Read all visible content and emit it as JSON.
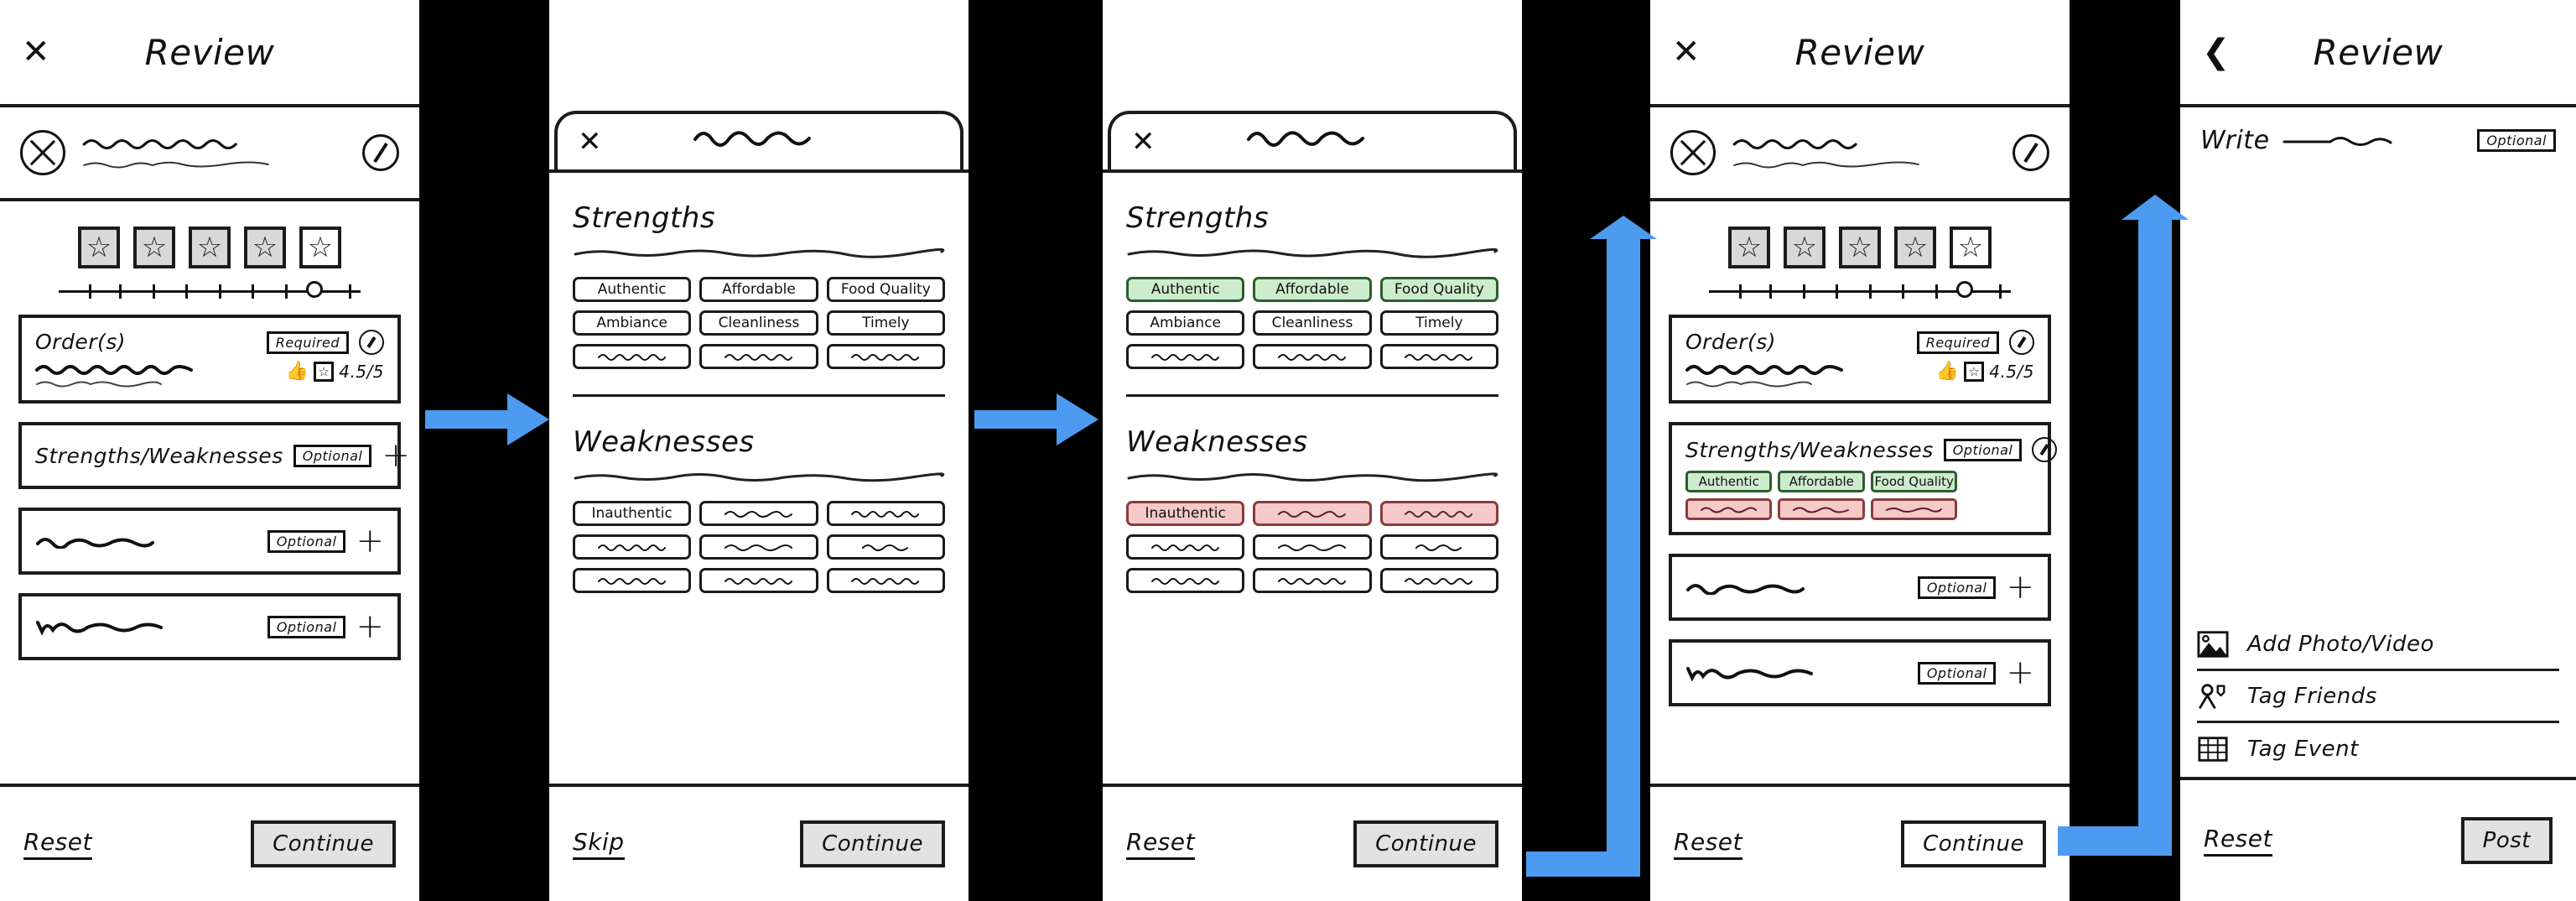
{
  "meta": {
    "title": "Review flow wireframe",
    "accent_blue": "#4d9bf0",
    "chip_green_bg": "#cdeccd",
    "chip_red_bg": "#f6c9c9",
    "ink": "#1b1b1b"
  },
  "screen1": {
    "nav": {
      "close_icon": "close-icon",
      "title": "Review"
    },
    "business": {
      "avatar_icon": "avatar-placeholder-icon",
      "edit_icon": "edit-icon"
    },
    "rating": {
      "stars_total": 5,
      "stars_filled": 4,
      "slider_value_pct": 82,
      "tick_count": 9
    },
    "cards": [
      {
        "title": "Order(s)",
        "badge": "Required",
        "edit_icon": "edit-icon",
        "thumb_icon": "thumbs-up-icon",
        "star_icon": "star-icon",
        "rating_text": "4.5/5"
      },
      {
        "title": "Strengths/Weaknesses",
        "badge": "Optional",
        "add_icon": "plus-icon"
      },
      {
        "title": "",
        "badge": "Optional",
        "add_icon": "plus-icon"
      },
      {
        "title": "",
        "badge": "Optional",
        "add_icon": "plus-icon"
      }
    ],
    "footer": {
      "reset_label": "Reset",
      "continue_label": "Continue"
    }
  },
  "screen2": {
    "nav": {
      "close_icon": "close-icon"
    },
    "strengths": {
      "title": "Strengths",
      "chips": [
        "Authentic",
        "Affordable",
        "Food Quality",
        "Ambiance",
        "Cleanliness",
        "Timely",
        "",
        "",
        ""
      ]
    },
    "weaknesses": {
      "title": "Weaknesses",
      "chips": [
        "Inauthentic",
        "",
        "",
        "",
        "",
        "",
        "",
        "",
        ""
      ]
    },
    "footer": {
      "skip_label": "Skip",
      "continue_label": "Continue"
    }
  },
  "screen3": {
    "nav": {
      "close_icon": "close-icon"
    },
    "strengths": {
      "title": "Strengths",
      "chips": [
        "Authentic",
        "Affordable",
        "Food Quality",
        "Ambiance",
        "Cleanliness",
        "Timely",
        "",
        "",
        ""
      ],
      "selected_indexes": [
        0,
        1,
        2
      ]
    },
    "weaknesses": {
      "title": "Weaknesses",
      "chips": [
        "Inauthentic",
        "",
        "",
        "",
        "",
        "",
        "",
        "",
        ""
      ],
      "selected_indexes": [
        0,
        1,
        2
      ]
    },
    "footer": {
      "reset_label": "Reset",
      "continue_label": "Continue"
    }
  },
  "screen4": {
    "nav": {
      "close_icon": "close-icon",
      "title": "Review"
    },
    "business": {
      "avatar_icon": "avatar-placeholder-icon",
      "edit_icon": "edit-icon"
    },
    "rating": {
      "stars_total": 5,
      "stars_filled": 4,
      "slider_value_pct": 82,
      "tick_count": 9
    },
    "cards": [
      {
        "title": "Order(s)",
        "badge": "Required",
        "edit_icon": "edit-icon",
        "thumb_icon": "thumbs-up-icon",
        "star_icon": "star-icon",
        "rating_text": "4.5/5"
      },
      {
        "title": "Strengths/Weaknesses",
        "badge": "Optional",
        "edit_icon": "edit-icon",
        "strength_chips": [
          "Authentic",
          "Affordable",
          "Food Quality"
        ],
        "weakness_chips": [
          "",
          "",
          ""
        ]
      },
      {
        "title": "",
        "badge": "Optional",
        "add_icon": "plus-icon"
      },
      {
        "title": "",
        "badge": "Optional",
        "add_icon": "plus-icon"
      }
    ],
    "footer": {
      "reset_label": "Reset",
      "continue_label": "Continue"
    }
  },
  "screen5": {
    "nav": {
      "back_icon": "chevron-left-icon",
      "title": "Review"
    },
    "write": {
      "label": "Write",
      "badge": "Optional",
      "placeholder": ""
    },
    "actions": [
      {
        "icon": "photo-icon",
        "label": "Add Photo/Video"
      },
      {
        "icon": "tag-friends-icon",
        "label": "Tag Friends"
      },
      {
        "icon": "tag-event-icon",
        "label": "Tag Event"
      }
    ],
    "footer": {
      "reset_label": "Reset",
      "post_label": "Post"
    }
  },
  "flow_arrows": [
    {
      "name": "arrow-screen1-to-screen2",
      "direction": "right"
    },
    {
      "name": "arrow-screen2-to-screen3",
      "direction": "right"
    },
    {
      "name": "arrow-screen3-to-screen4",
      "direction": "up-right"
    },
    {
      "name": "arrow-screen4-to-screen5",
      "direction": "up-right"
    }
  ]
}
